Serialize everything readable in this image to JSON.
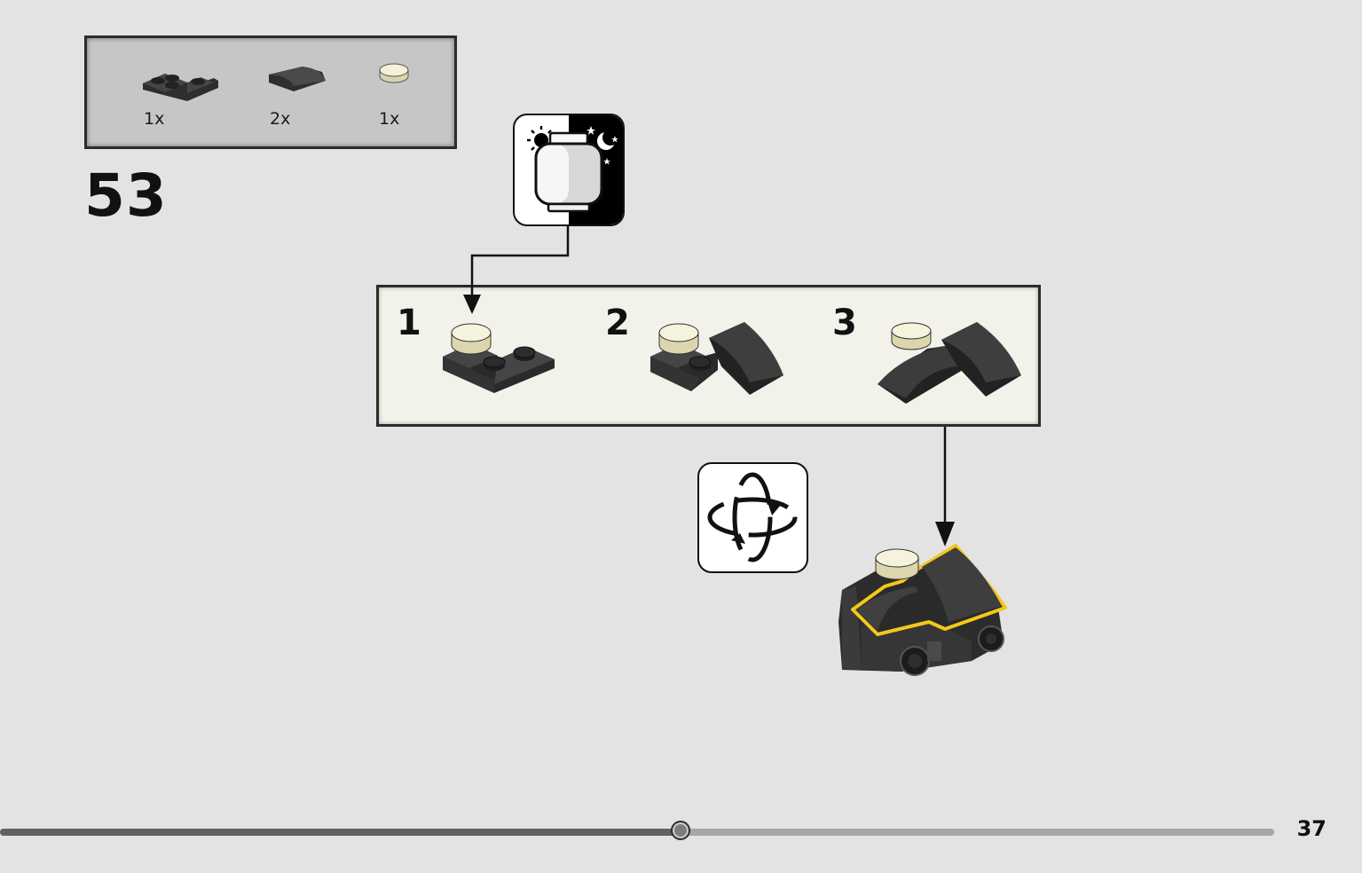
{
  "step": {
    "number": "53"
  },
  "parts_list": [
    {
      "name": "plate-corner-2x2-dark-grey",
      "quantity": "1x",
      "color": "#3a3a3a"
    },
    {
      "name": "curved-slope-1x2-dark-grey",
      "quantity": "2x",
      "color": "#3a3a3a"
    },
    {
      "name": "round-tile-1x1-glow-in-dark",
      "quantity": "1x",
      "color": "#f4f1d6"
    }
  ],
  "substeps": [
    {
      "number": "1"
    },
    {
      "number": "2"
    },
    {
      "number": "3"
    }
  ],
  "icons": {
    "glow_in_dark": "glow-in-the-dark-icon",
    "rotate": "rotate-model-icon"
  },
  "colors": {
    "background": "#e3e3e3",
    "dark_brick": "#3a3a3a",
    "glow_tile": "#f4f1d6",
    "highlight": "#f2c81c"
  },
  "progress": {
    "fraction": 0.534
  },
  "page": {
    "number": "37"
  }
}
